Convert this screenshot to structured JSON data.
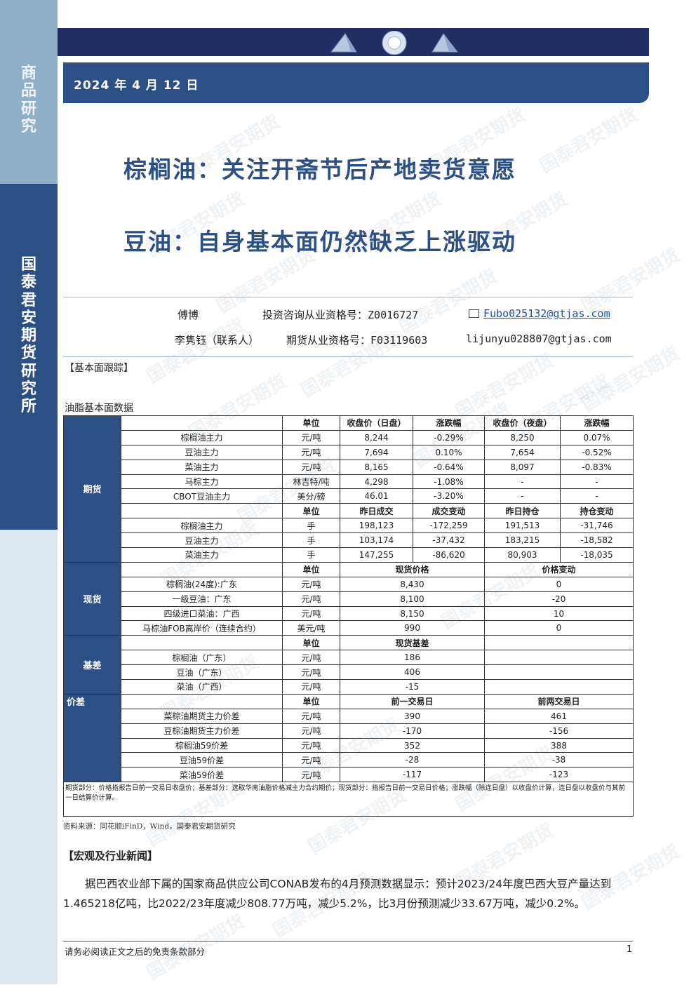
{
  "sidebar": {
    "top_label": "商品研究",
    "org_label": "国泰君安期货研究所"
  },
  "header": {
    "date": "2024 年 4 月 12 日"
  },
  "titles": {
    "line1": "棕榈油：关注开斋节后产地卖货意愿",
    "line2": "豆油：自身基本面仍然缺乏上涨驱动"
  },
  "authors": [
    {
      "name": "傅博",
      "qual_label": "投资咨询从业资格号：",
      "qual_no": "Z0016727",
      "email": "Fubo025132@gtjas.com"
    },
    {
      "name": "李隽钰（联系人）",
      "qual_label": "期货从业资格号：",
      "qual_no": "F03119603",
      "email": "lijunyu028807@gtjas.com"
    }
  ],
  "sections": {
    "fundamental": "【基本面跟踪】",
    "table_title": "油脂基本面数据",
    "macro": "【宏观及行业新闻】"
  },
  "table": {
    "cats": {
      "futures": "期货",
      "spot": "现货",
      "basis": "基差",
      "spread": "价差"
    },
    "futures_hdr": [
      "单位",
      "收盘价（日盘）",
      "涨跌幅",
      "收盘价（夜盘）",
      "涨跌幅"
    ],
    "futures_rows": [
      [
        "棕榈油主力",
        "元/吨",
        "8,244",
        "-0.29%",
        "8,250",
        "0.07%"
      ],
      [
        "豆油主力",
        "元/吨",
        "7,694",
        "0.10%",
        "7,654",
        "-0.52%"
      ],
      [
        "菜油主力",
        "元/吨",
        "8,165",
        "-0.64%",
        "8,097",
        "-0.83%"
      ],
      [
        "马棕主力",
        "林吉特/吨",
        "4,298",
        "-1.08%",
        "-",
        "-"
      ],
      [
        "CBOT豆油主力",
        "美分/磅",
        "46.01",
        "-3.20%",
        "-",
        "-"
      ]
    ],
    "volume_hdr": [
      "单位",
      "昨日成交",
      "成交变动",
      "昨日持仓",
      "持仓变动"
    ],
    "volume_rows": [
      [
        "棕榈油主力",
        "手",
        "198,123",
        "-172,259",
        "191,513",
        "-31,746"
      ],
      [
        "豆油主力",
        "手",
        "103,174",
        "-37,432",
        "183,215",
        "-18,582"
      ],
      [
        "菜油主力",
        "手",
        "147,255",
        "-86,620",
        "80,903",
        "-18,035"
      ]
    ],
    "spot_hdr": [
      "单位",
      "现货价格",
      "价格变动"
    ],
    "spot_rows": [
      [
        "棕榈油(24度):广东",
        "元/吨",
        "8,430",
        "0"
      ],
      [
        "一级豆油：广东",
        "元/吨",
        "8,100",
        "-20"
      ],
      [
        "四级进口菜油：广西",
        "元/吨",
        "8,150",
        "10"
      ],
      [
        "马棕油FOB离岸价（连续合约）",
        "美元/吨",
        "990",
        "0"
      ]
    ],
    "basis_hdr": [
      "单位",
      "现货基差"
    ],
    "basis_rows": [
      [
        "棕榈油（广东）",
        "元/吨",
        "186"
      ],
      [
        "豆油（广东）",
        "元/吨",
        "406"
      ],
      [
        "菜油（广西）",
        "元/吨",
        "-15"
      ]
    ],
    "spread_hdr": [
      "单位",
      "前一交易日",
      "前两交易日"
    ],
    "spread_rows": [
      [
        "菜棕油期货主力价差",
        "元/吨",
        "390",
        "461"
      ],
      [
        "豆棕油期货主力价差",
        "元/吨",
        "-170",
        "-156"
      ],
      [
        "棕榈油59价差",
        "元/吨",
        "352",
        "388"
      ],
      [
        "豆油59价差",
        "元/吨",
        "-28",
        "-38"
      ],
      [
        "菜油59价差",
        "元/吨",
        "-117",
        "-123"
      ]
    ],
    "note": "期货部分：价格指报告日前一交易日收盘价；基差部分：选取华南油脂价格减主力合约期价；现货部分：指报告日前一交易日价格；涨跌幅（除连日盘）以收盘价计算，连日盘以收盘价与其前一日结算价计算。"
  },
  "source": "资料来源：同花顺iFinD，Wind，国泰君安期货研究",
  "news_paragraph": "据巴西农业部下属的国家商品供应公司CONAB发布的4月预测数据显示：预计2023/24年度巴西大豆产量达到1.465218亿吨，比2022/23年度减少808.77万吨，减少5.2%，比3月份预测减少33.67万吨，减少0.2%。",
  "footer": {
    "disclaimer": "请务必阅读正文之后的免责条款部分",
    "page": "1"
  },
  "watermark": "国泰君安期货"
}
